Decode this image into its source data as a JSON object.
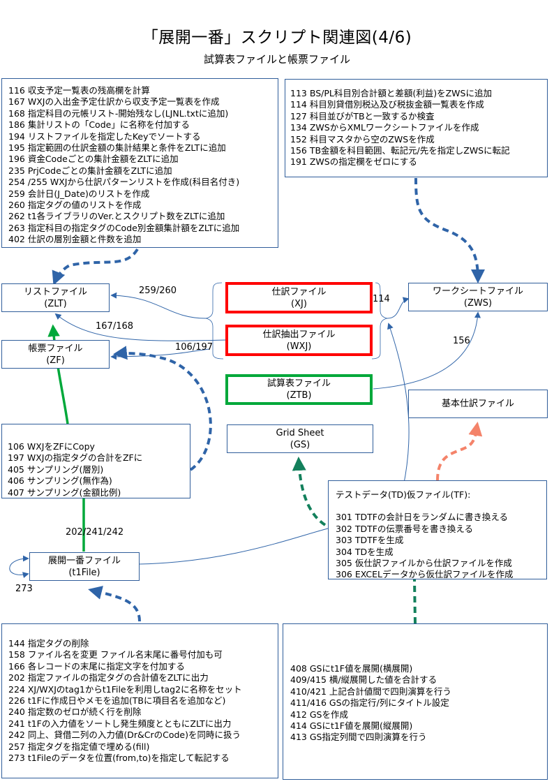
{
  "header": {
    "title": "「展開一番」スクリプト関連図(4/6)",
    "subtitle": "試算表ファイルと帳票ファイル"
  },
  "colors": {
    "box_border": "#2f5d9a",
    "connector_blue": "#2f64a8",
    "highlight_red": "#ff0000",
    "highlight_green": "#00a83a",
    "connector_teal": "#13805c",
    "connector_orange": "#f4836a"
  },
  "nodes": {
    "zlt": {
      "name": "リストファイル",
      "code": "(ZLT)"
    },
    "zf": {
      "name": "帳票ファイル",
      "code": "(ZF)"
    },
    "xj": {
      "name": "仕訳ファイル",
      "code": "(XJ)"
    },
    "wxj": {
      "name": "仕訳抽出ファイル",
      "code": "(WXJ)"
    },
    "ztb": {
      "name": "試算表ファイル",
      "code": "(ZTB)"
    },
    "zws": {
      "name": "ワークシートファイル",
      "code": "(ZWS)"
    },
    "basic": {
      "name": "基本仕訳ファイル"
    },
    "gs": {
      "name": "Grid Sheet",
      "code": "(GS)"
    },
    "t1file": {
      "name": "展開一番ファイル",
      "code": "(t1File)"
    }
  },
  "edge_labels": {
    "xj_to_zlt": "259/260",
    "wxj_to_zlt": "167/168",
    "wxj_to_zf": "106/197",
    "xj_to_zws": "114",
    "ztb_to_zws": "156",
    "t1_to_zf": "202/241/242",
    "t1_self": "273"
  },
  "script_lists": {
    "zlt_scripts": [
      "116 収支予定一覧表の残高欄を計算",
      "167 WXJの入出金予定仕訳から収支予定一覧表を作成",
      "168 指定科目の元帳リスト-開始残なし(LJNL.txtに追加)",
      "186 集計リストの「Code」に名称を付加する",
      "194 リストファイルを指定したKeyでソートする",
      "195 指定範囲の仕訳金額の集計結果と条件をZLTに追加",
      "196 資金Codeごとの集計金額をZLTに追加",
      "235 PrjCodeごとの集計金額をZLTに追加",
      "254 /255 WXJから仕訳パターンリストを作成(科目名付き)",
      "259 会計日(J_Date)のリストを作成",
      "260 指定タグの値のリストを作成",
      "262 t1各ライブラリのVer.とスクリプト数をZLTに追加",
      "263 指定科目の指定タグのCode別金額集計額をZLTに追加",
      "402 仕訳の層別金額と件数を追加"
    ],
    "zws_scripts": [
      "113 BS/PL科目別合計額と差額(利益)をZWSに追加",
      "114 科目別貸借別税込及び税抜金額一覧表を作成",
      "127 科目並びがTBと一致するか検査",
      "134 ZWSからXMLワークシートファイルを作成",
      "152 科目マスタから空のZWSを作成",
      "156 TB金額を科目範囲、転記元/先を指定しZWSに転記",
      "191 ZWSの指定欄をゼロにする"
    ],
    "zf_scripts": [
      "106 WXJをZFにCopy",
      "197 WXJの指定タグの合計をZFに",
      "405 サンプリング(層別)",
      "406 サンプリング(無作為)",
      "407 サンプリング(金額比例)"
    ],
    "tf_box": {
      "heading": "テストデータ(TD)仮ファイル(TF):",
      "items": [
        "301 TDTFの会計日をランダムに書き換える",
        "302 TDTFの伝票番号を書き換える",
        "303 TDTFを生成",
        "304 TDを生成",
        "305 仮仕訳ファイルから仕訳ファイルを作成",
        "306 EXCELデータから仮仕訳ファイルを作成"
      ]
    },
    "t1_scripts": [
      "144 指定タグの削除",
      "158 ファイル名を変更 ファイル名末尾に番号付加も可",
      "166 各レコードの末尾に指定文字を付加する",
      "202 指定ファイルの指定タグの合計値をZLTに出力",
      "224 XJ/WXJのtag1からt1Fileを利用しtag2に名称をセット",
      "226 t1Fに作成日やメモを追加(TBに項目名を追加など)",
      "240 指定数のゼロが続く行を削除",
      "241 t1Fの入力値をソートし発生頻度とともにZLTに出力",
      "242 同上、貸借二列の入力値(Dr&CrのCode)を同時に扱う",
      "257 指定タグを指定値で埋める(fill)",
      "273 t1Fileのデータを位置(from,to)を指定して転記する"
    ],
    "gs_scripts": [
      "408 GSにt1F値を展開(横展開)",
      "409/415 横/縦展開した値を合計する",
      "410/421 上記合計値間で四則演算を行う",
      "411/416 GSの指定行/列にタイトル設定",
      "412 GSを作成",
      "414 GSにt1F値を展開(縦展開)",
      "413 GS指定列間で四則演算を行う"
    ]
  }
}
